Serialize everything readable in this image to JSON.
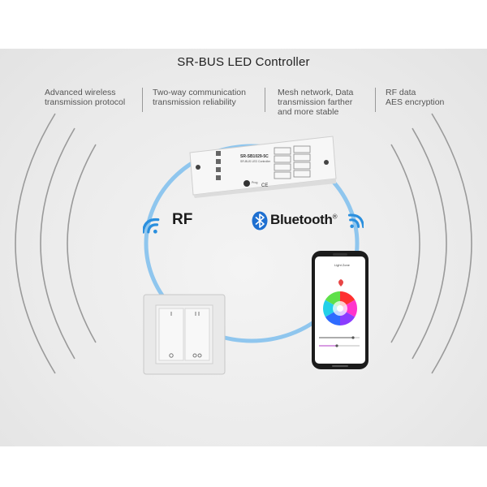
{
  "title": "SR-BUS LED Controller",
  "features": [
    {
      "lines": [
        "Advanced wireless",
        "transmission protocol"
      ]
    },
    {
      "lines": [
        "Two-way communication",
        "transmission reliability"
      ]
    },
    {
      "lines": [
        "Mesh network, Data",
        "transmission farther",
        "and more stable"
      ]
    },
    {
      "lines": [
        "RF data",
        "AES encryption"
      ]
    }
  ],
  "labels": {
    "rf": "RF",
    "bluetooth": "Bluetooth",
    "trademark": "®"
  },
  "controller": {
    "model": "SR-SB1029-5C",
    "subtitle": "SR-BUS LED Controller",
    "prog": "Prog"
  },
  "phone": {
    "app_title": "Light Zone"
  },
  "colors": {
    "accent_ring": "#8fc6ee",
    "wifi_blue": "#2a8fde",
    "bluetooth_blue": "#1e6fd0"
  },
  "icons": [
    "wifi-icon",
    "bluetooth-icon",
    "color-wheel",
    "wall-switch",
    "controller-box",
    "smartphone"
  ]
}
